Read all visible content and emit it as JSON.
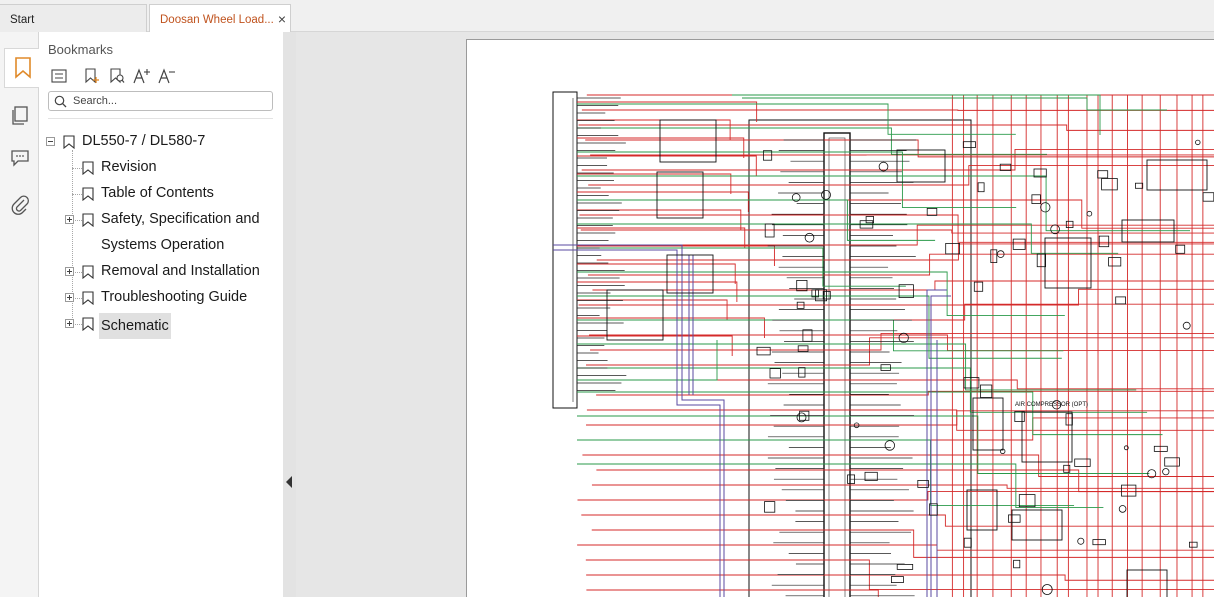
{
  "tabs": [
    {
      "label": "Start"
    },
    {
      "label": "Doosan Wheel Load...",
      "close": "×"
    }
  ],
  "sidebar": {
    "title": "Bookmarks",
    "search_placeholder": "Search...",
    "rail_icons": [
      "bookmark-icon",
      "pages-icon",
      "comment-icon",
      "attachment-icon"
    ],
    "toolbar_icons": [
      "outline-list-icon",
      "add-bookmark-icon",
      "find-bookmark-icon",
      "increase-font-icon",
      "decrease-font-icon"
    ]
  },
  "bookmarks": {
    "root": "DL550-7 / DL580-7",
    "items": [
      {
        "label": "Revision"
      },
      {
        "label": "Table of Contents"
      },
      {
        "label": "Safety, Specification and",
        "label2": "Systems Operation"
      },
      {
        "label": "Removal and Installation"
      },
      {
        "label": "Troubleshooting Guide"
      },
      {
        "label": "Schematic"
      }
    ]
  },
  "schematic": {
    "label_air_compressor": "AIR COMPRESSOR (OPT)"
  },
  "colors": {
    "accent": "#c0531e",
    "wire_red": "#d42a2a",
    "wire_green": "#2a9a4a",
    "wire_purple": "#5a4aa0"
  }
}
